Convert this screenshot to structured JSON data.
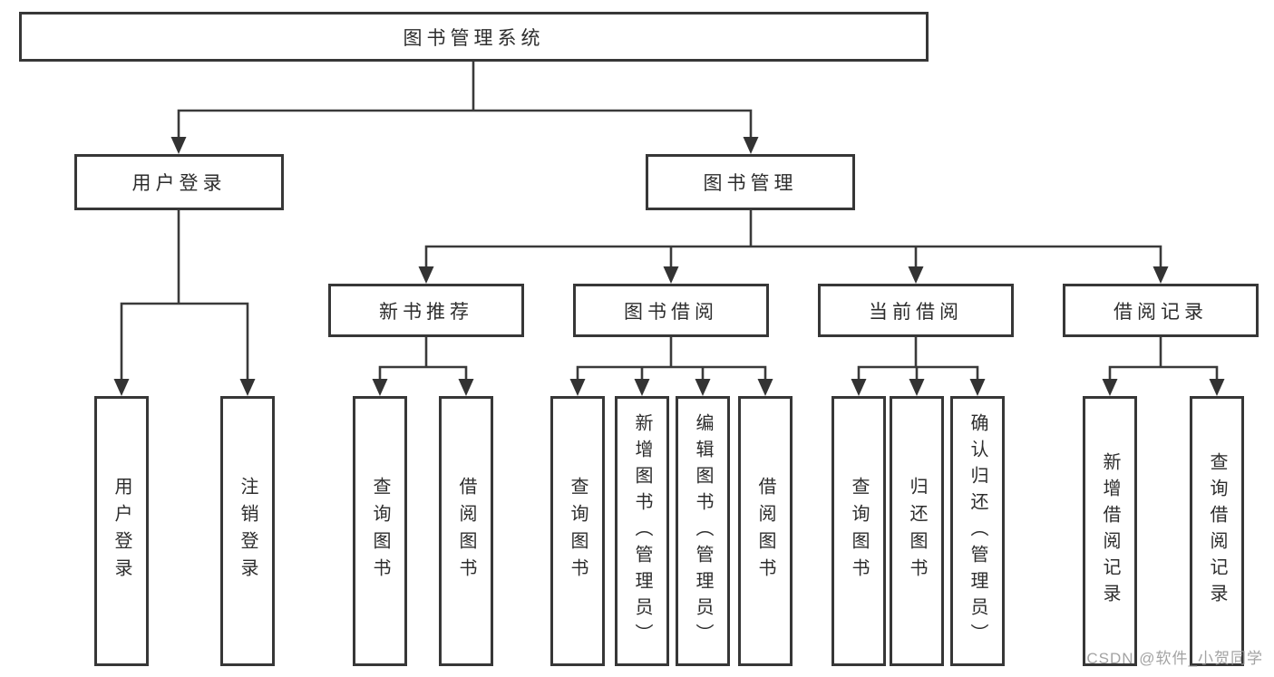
{
  "tree": {
    "label": "图书管理系统",
    "children": [
      {
        "label": "用户登录",
        "children": [
          {
            "label": "用户登录"
          },
          {
            "label": "注销登录"
          }
        ]
      },
      {
        "label": "图书管理",
        "children": [
          {
            "label": "新书推荐",
            "children": [
              {
                "label": "查询图书"
              },
              {
                "label": "借阅图书"
              }
            ]
          },
          {
            "label": "图书借阅",
            "children": [
              {
                "label": "查询图书"
              },
              {
                "label": "新增图书（管理员）"
              },
              {
                "label": "编辑图书（管理员）"
              },
              {
                "label": "借阅图书"
              }
            ]
          },
          {
            "label": "当前借阅",
            "children": [
              {
                "label": "查询图书"
              },
              {
                "label": "归还图书"
              },
              {
                "label": "确认归还（管理员）"
              }
            ]
          },
          {
            "label": "借阅记录",
            "children": [
              {
                "label": "新增借阅记录"
              },
              {
                "label": "查询借阅记录"
              }
            ]
          }
        ]
      }
    ]
  },
  "watermark": {
    "text": "CSDN @软件_小贺同学"
  },
  "colors": {
    "line": "#3a3a3a",
    "border": "#373737",
    "text": "#2d2d2d",
    "watermark": "#969696",
    "background": "#ffffff"
  }
}
